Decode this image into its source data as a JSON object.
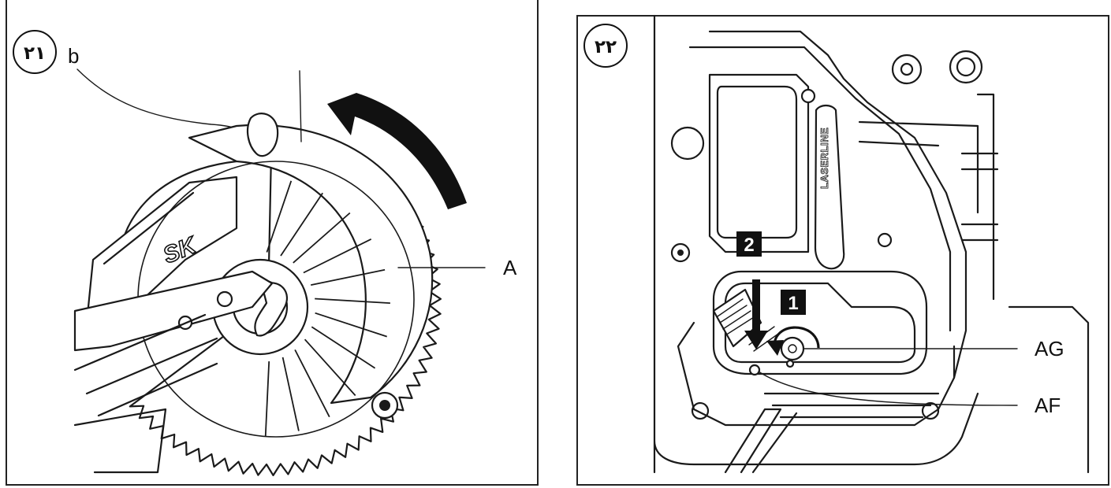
{
  "figures": [
    {
      "number": "٢١",
      "labels": {
        "b": "b",
        "a": "A"
      },
      "brand_text": "SK",
      "icons": [
        "saw-blade-icon",
        "rotation-arrow-icon"
      ]
    },
    {
      "number": "٢٢",
      "labels": {
        "ag": "AG",
        "af": "AF"
      },
      "steps": [
        "1",
        "2"
      ],
      "brand_text": "LASERLINE",
      "icons": [
        "laser-housing-icon",
        "down-arrow-icon",
        "rotate-arrow-icon",
        "screw-icon"
      ]
    }
  ]
}
